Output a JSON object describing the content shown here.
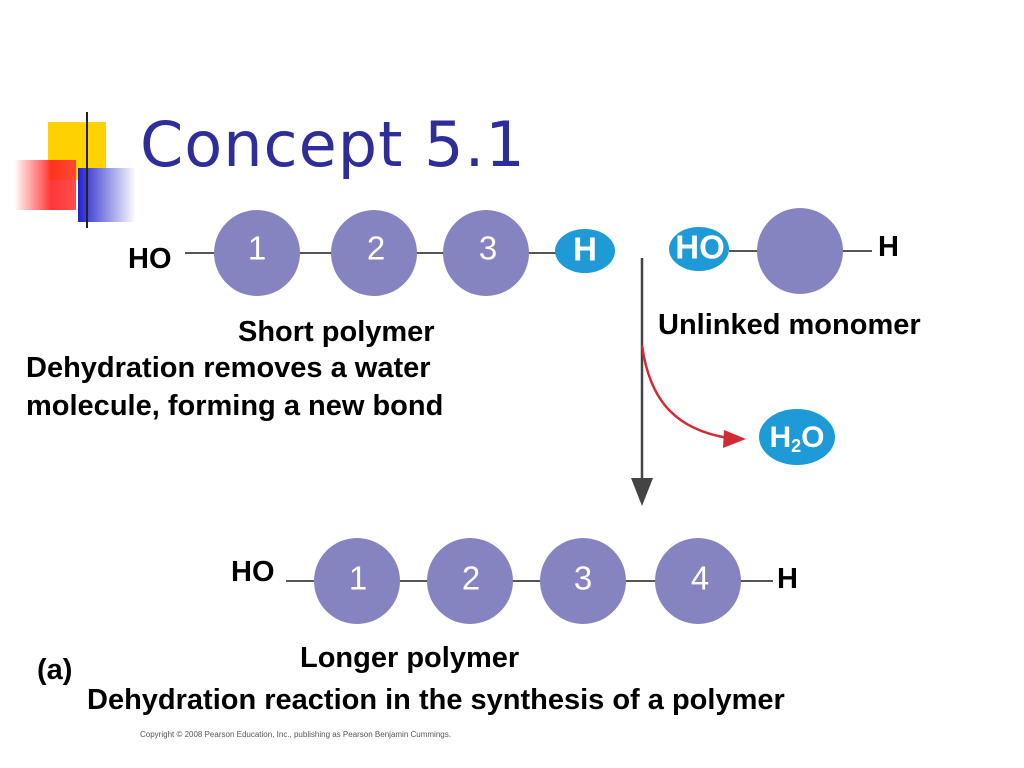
{
  "slide": {
    "title": "Concept 5.1",
    "copyright": "Copyright © 2008 Pearson Education, Inc., publishing as Pearson Benjamin Cummings."
  },
  "diagram": {
    "top_row": {
      "left_end": "HO",
      "monomers": [
        "1",
        "2",
        "3"
      ],
      "right_end": "H",
      "caption": "Short polymer"
    },
    "free_monomer": {
      "left_end": "HO",
      "right_end": "H",
      "caption": "Unlinked monomer"
    },
    "explanation": {
      "line1": "Dehydration removes a water",
      "line2": "molecule, forming a new bond"
    },
    "water": {
      "h": "H",
      "sub": "2",
      "o": "O"
    },
    "bottom_row": {
      "left_end": "HO",
      "monomers": [
        "1",
        "2",
        "3",
        "4"
      ],
      "right_end": "H",
      "caption": "Longer polymer"
    },
    "panel_label": "(a)",
    "panel_caption": "Dehydration reaction in the synthesis of a polymer"
  },
  "colors": {
    "title": "#2e2e9a",
    "monomer": "#8684c0",
    "hydrogen_blue": "#1e9ad6",
    "arrow_red": "#d42a35"
  }
}
